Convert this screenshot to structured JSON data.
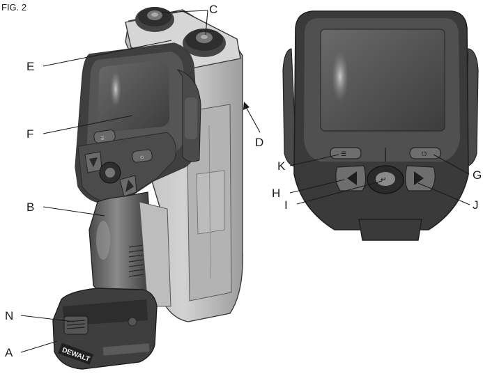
{
  "figure": {
    "title": "FIG. 2"
  },
  "callouts": {
    "A": "A",
    "B": "B",
    "C": "C",
    "D": "D",
    "E": "E",
    "F": "F",
    "G": "G",
    "H": "H",
    "I": "I",
    "J": "J",
    "K": "K",
    "N": "N"
  },
  "brand_text": "DEWALT",
  "colors": {
    "body_light": "#c9c9c9",
    "body_mid": "#a8a8a8",
    "body_dark": "#555555",
    "rubber": "#3d3d3d",
    "screen": "#4a4a4a",
    "outline": "#2b2b2b"
  }
}
